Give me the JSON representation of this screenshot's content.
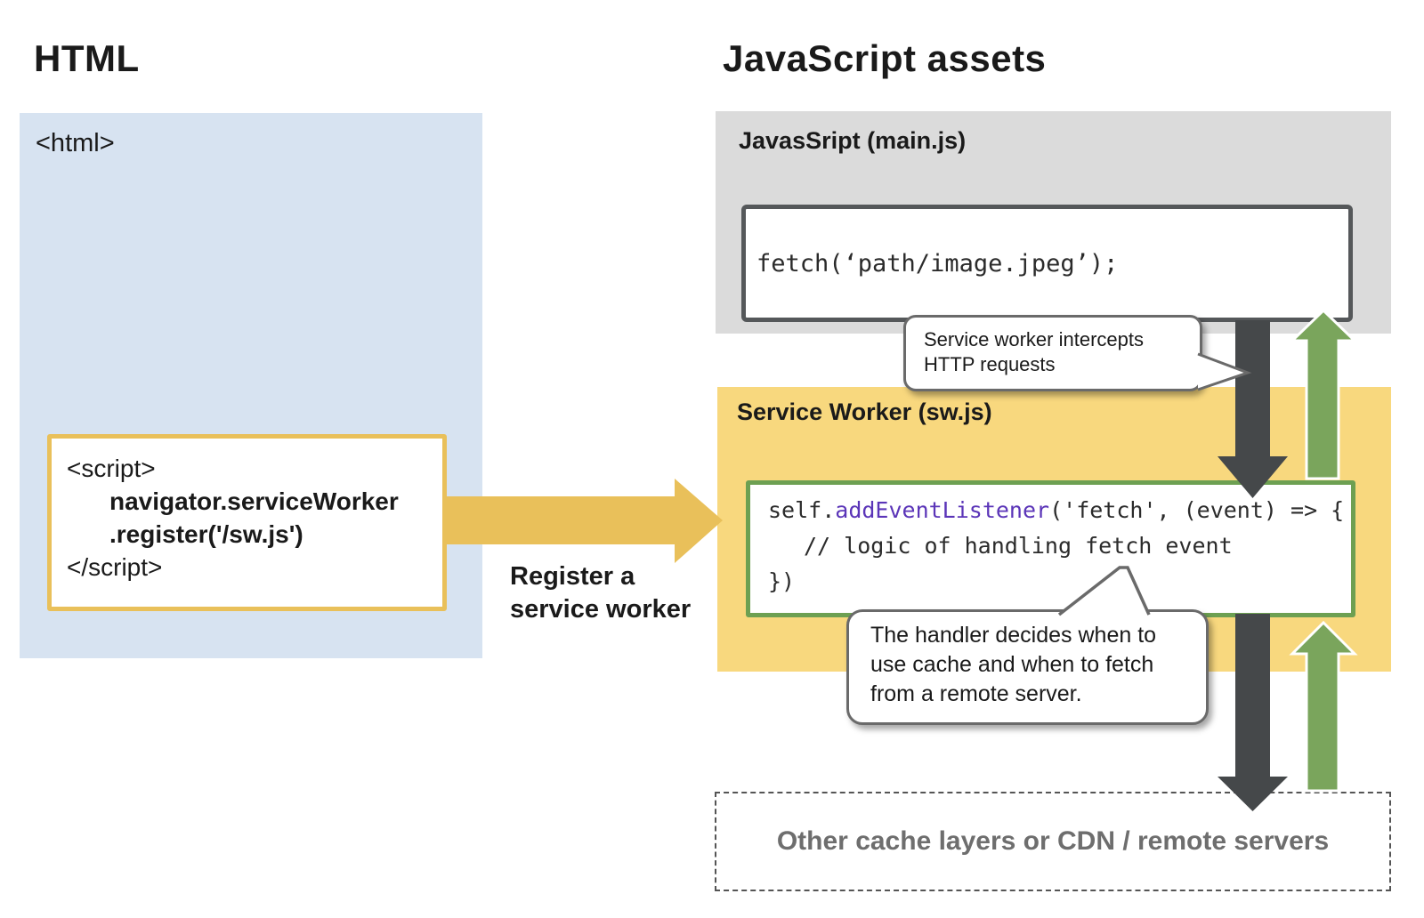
{
  "headings": {
    "left": "HTML",
    "right": "JavaScript assets"
  },
  "html_panel": {
    "tag": "<html>",
    "script_lines": [
      "<script>",
      "navigator.serviceWorker",
      ".register('/sw.js')",
      "</script>"
    ]
  },
  "register_arrow": {
    "label_line1": "Register a",
    "label_line2": "service worker"
  },
  "main_js": {
    "title": "JavasSript (main.js)",
    "code": "fetch(‘path/image.jpeg’);"
  },
  "service_worker": {
    "title": "Service Worker (sw.js)",
    "code_prefix": "self.",
    "code_keyword": "addEventListener",
    "code_suffix": "('fetch', (event) => {",
    "code_line2": "// logic of handling fetch event",
    "code_line3": "})"
  },
  "bubbles": {
    "intercept_line1": "Service worker intercepts",
    "intercept_line2": "HTTP requests",
    "handler_line1": "The handler decides when to",
    "handler_line2": "use cache and when to fetch",
    "handler_line3": "from a remote server."
  },
  "cache_layers": {
    "label": "Other cache layers or CDN / remote servers"
  },
  "colors": {
    "html_panel_bg": "#d7e3f1",
    "assets_panel_bg": "#dbdbdb",
    "service_worker_bg": "#f8d87e",
    "register_accent": "#e9c05a",
    "request_arrow": "#45484a",
    "response_arrow": "#7aa55c",
    "sw_border": "#6da052",
    "keyword_purple": "#5b35b8"
  }
}
